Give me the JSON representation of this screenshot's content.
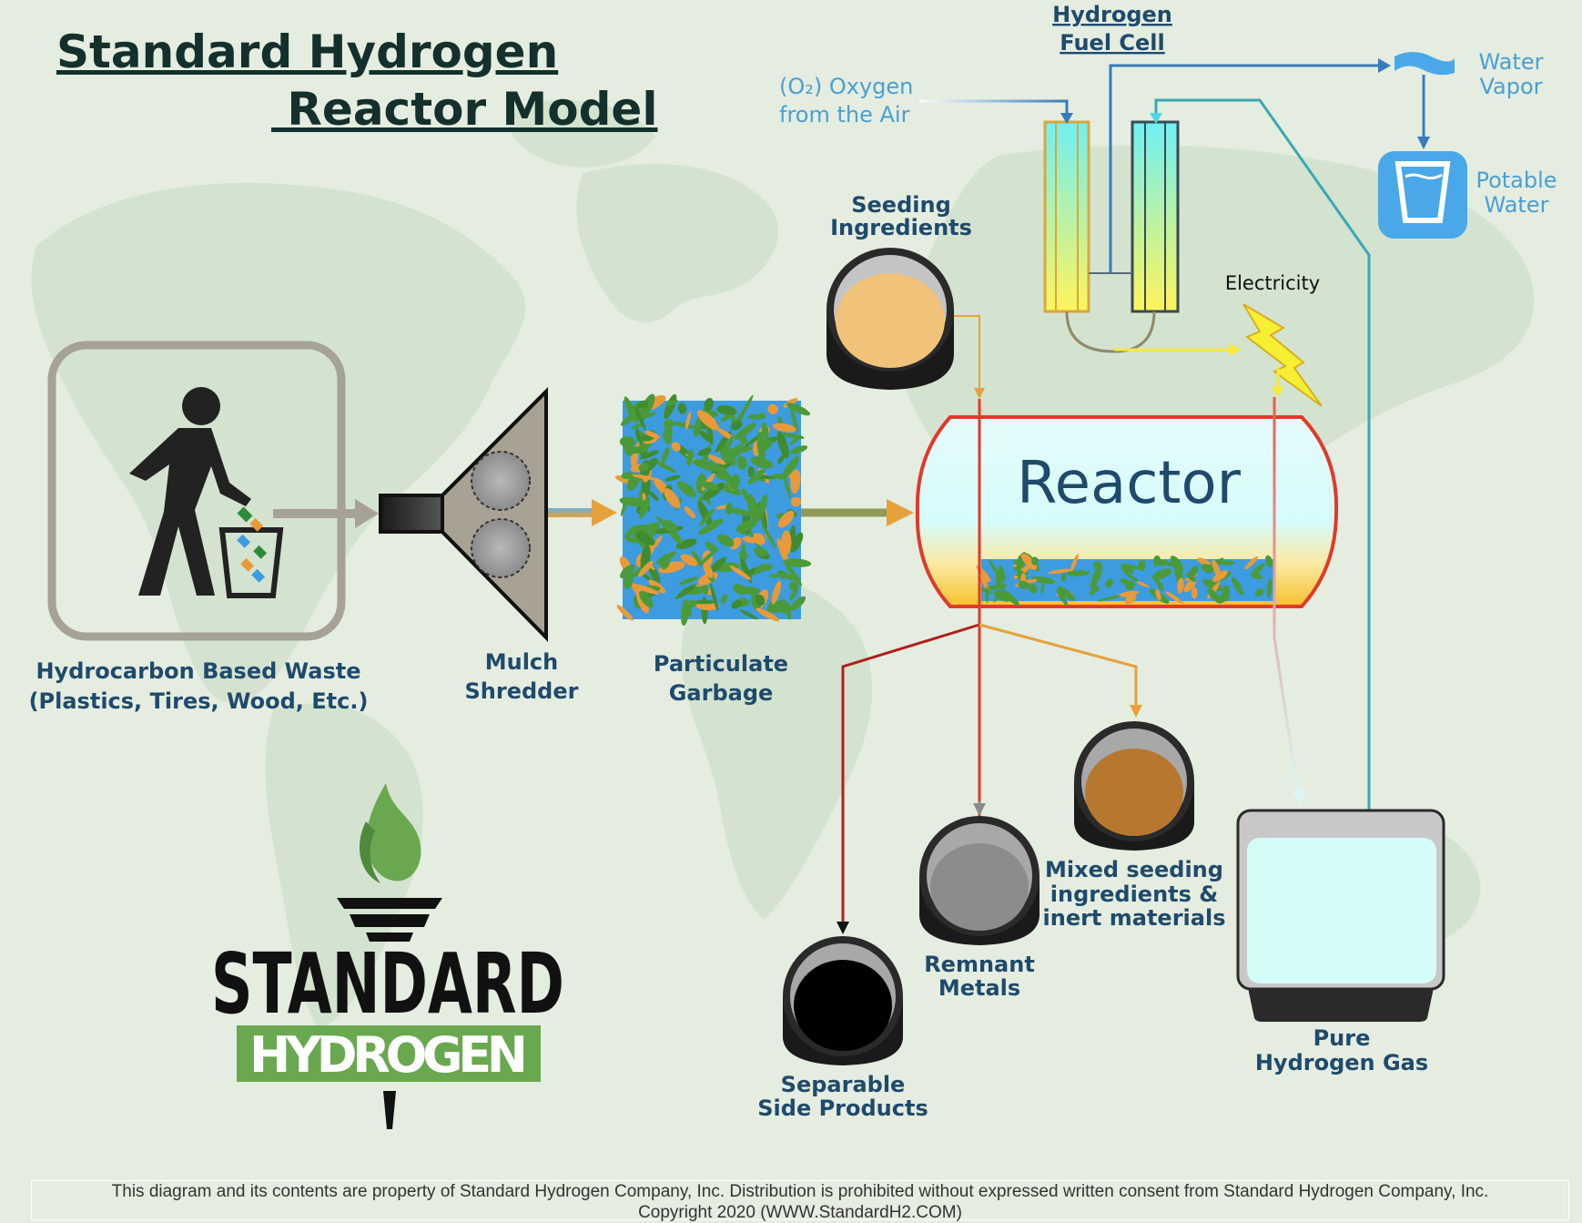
{
  "title": {
    "line1": "Standard Hydrogen",
    "line2": " Reactor Model"
  },
  "logo": {
    "word1": "STANDARD",
    "word2": "HYDROGEN"
  },
  "fuel_cell": {
    "line1": "Hydrogen",
    "line2": "Fuel Cell"
  },
  "oxygen": {
    "line1": "(O₂) Oxygen",
    "line2": "from the Air"
  },
  "water_vapor": {
    "line1": "Water",
    "line2": "Vapor"
  },
  "potable_water": {
    "line1": "Potable",
    "line2": "Water"
  },
  "electricity": "Electricity",
  "seeding": {
    "line1": "Seeding",
    "line2": "Ingredients"
  },
  "reactor": "Reactor",
  "waste": {
    "line1": "Hydrocarbon Based Waste",
    "line2": "(Plastics, Tires, Wood, Etc.)"
  },
  "shredder": {
    "line1": "Mulch",
    "line2": "Shredder"
  },
  "garbage": {
    "line1": "Particulate",
    "line2": "Garbage"
  },
  "mixed": {
    "line1": "Mixed seeding",
    "line2": "ingredients &",
    "line3": "inert materials"
  },
  "metals": {
    "line1": "Remnant",
    "line2": "Metals"
  },
  "side": {
    "line1": "Separable",
    "line2": "Side Products"
  },
  "hydrogen_gas": {
    "line1": "Pure",
    "line2": "Hydrogen Gas"
  },
  "footer": {
    "line1": "This diagram and its contents are property of Standard Hydrogen Company, Inc. Distribution is prohibited without expressed written consent from Standard Hydrogen Company, Inc.",
    "line2": "Copyright 2020 (WWW.StandardH2.COM)"
  },
  "colors": {
    "background": "#e4ede0",
    "title": "#14302c",
    "label": "#1f4a6b",
    "accent_blue": "#4a9fd4",
    "reactor_outline": "#e03a2a",
    "logo_green": "#6aa84f",
    "particle_green": "#4a9a3a",
    "particle_blue": "#3d9be0",
    "particle_orange": "#e89a3a"
  },
  "icons": [
    "person-disposing-trash-icon",
    "trash-bin-icon",
    "gear-icon",
    "lightning-bolt-icon",
    "water-glass-icon",
    "water-wave-icon",
    "torch-flame-icon",
    "world-map-icon"
  ]
}
